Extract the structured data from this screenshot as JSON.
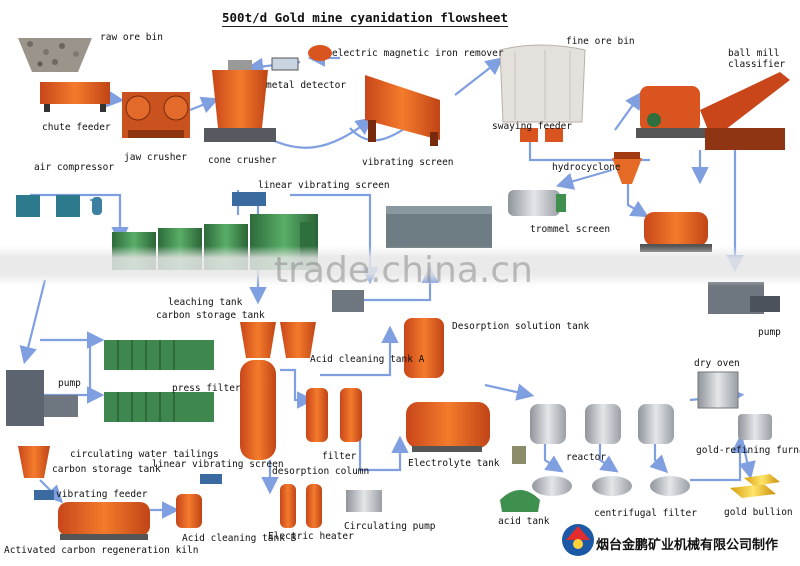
{
  "title": "500t/d Gold mine cyanidation flowsheet",
  "watermark": "trade.china.cn",
  "company": "烟台金鹏矿业机械有限公司制作",
  "labels": {
    "raw_ore_bin": "raw ore bin",
    "chute_feeder": "chute feeder",
    "jaw_crusher": "jaw crusher",
    "cone_crusher": "cone crusher",
    "metal_detector": "metal detector",
    "electric_magnetic_iron_remover": "electric magnetic iron remover",
    "vibrating_screen": "vibrating screen",
    "fine_ore_bin": "fine ore bin",
    "swaying_feeder": "swaying feeder",
    "ball_mill": "ball mill",
    "classifier": "classifier",
    "hydrocyclone": "hydrocyclone",
    "air_compressor": "air compressor",
    "linear_vibrating_screen_top": "linear vibrating screen",
    "trommel_screen": "trommel screen",
    "leaching_tank": "leaching tank",
    "carbon_storage_tank_top": "carbon storage tank",
    "desorption_solution_tank": "Desorption solution tank",
    "pump_right": "pump",
    "pump_left": "pump",
    "press_filter": "press filter",
    "acid_cleaning_tank_a": "Acid cleaning tank A",
    "dry_oven": "dry oven",
    "circulating_water_tailings": "circulating water tailings",
    "linear_vibrating_screen_bottom": "linear vibrating screen",
    "filter": "filter",
    "carbon_storage_tank_bottom": "carbon storage tank",
    "desorption_column": "desorption column",
    "electrolyte_tank": "Electrolyte tank",
    "reactor": "reactor",
    "gold_refining_furnace": "gold-refining furnace",
    "vibrating_feeder": "vibrating feeder",
    "acid_tank": "acid tank",
    "centrifugal_filter": "centrifugal filter",
    "gold_bullion": "gold bullion",
    "circulating_pump": "Circulating pump",
    "acid_cleaning_tank_b": "Acid cleaning tank B",
    "electric_heater": "Electric heater",
    "activated_carbon_regeneration_kiln": "Activated carbon regeneration kiln"
  },
  "colors": {
    "flow_line": "#7f9fe0",
    "machine_red": "#d9541e",
    "machine_orange": "#ec6d1c",
    "tank_green": "#3f8f4f",
    "steel": "#b8bcc2",
    "gold": "#f2c21a"
  }
}
